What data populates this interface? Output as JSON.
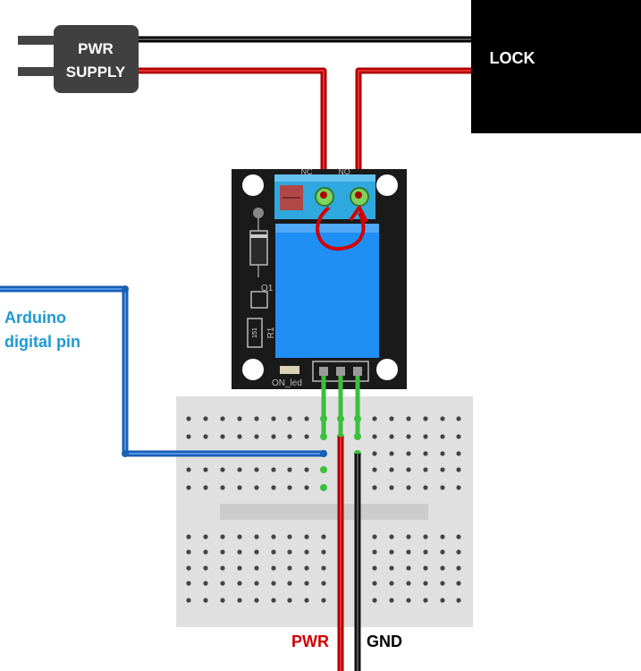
{
  "power_supply": {
    "line1": "PWR",
    "line2": "SUPPLY"
  },
  "lock": {
    "label": "LOCK"
  },
  "arduino": {
    "line1": "Arduino",
    "line2": "digital pin"
  },
  "relay": {
    "nc_label": "NC",
    "no_label": "NO",
    "q1_label": "Q1",
    "r1_label": "R1",
    "resistor_code": "151",
    "on_led_label": "ON_led"
  },
  "bottom_labels": {
    "pwr": "PWR",
    "gnd": "GND"
  },
  "colors": {
    "pwr_wire": "#d10000",
    "gnd_wire": "#1a1a1a",
    "signal_wire": "#1e6fd0",
    "arduino_text": "#1b9ad6",
    "relay_board": "#1a1a1a",
    "relay_body": "#1f8ef5",
    "terminal_block": "#2fa8e0",
    "breadboard": "#e0e0e0",
    "highlight": "#3cbf3c"
  }
}
